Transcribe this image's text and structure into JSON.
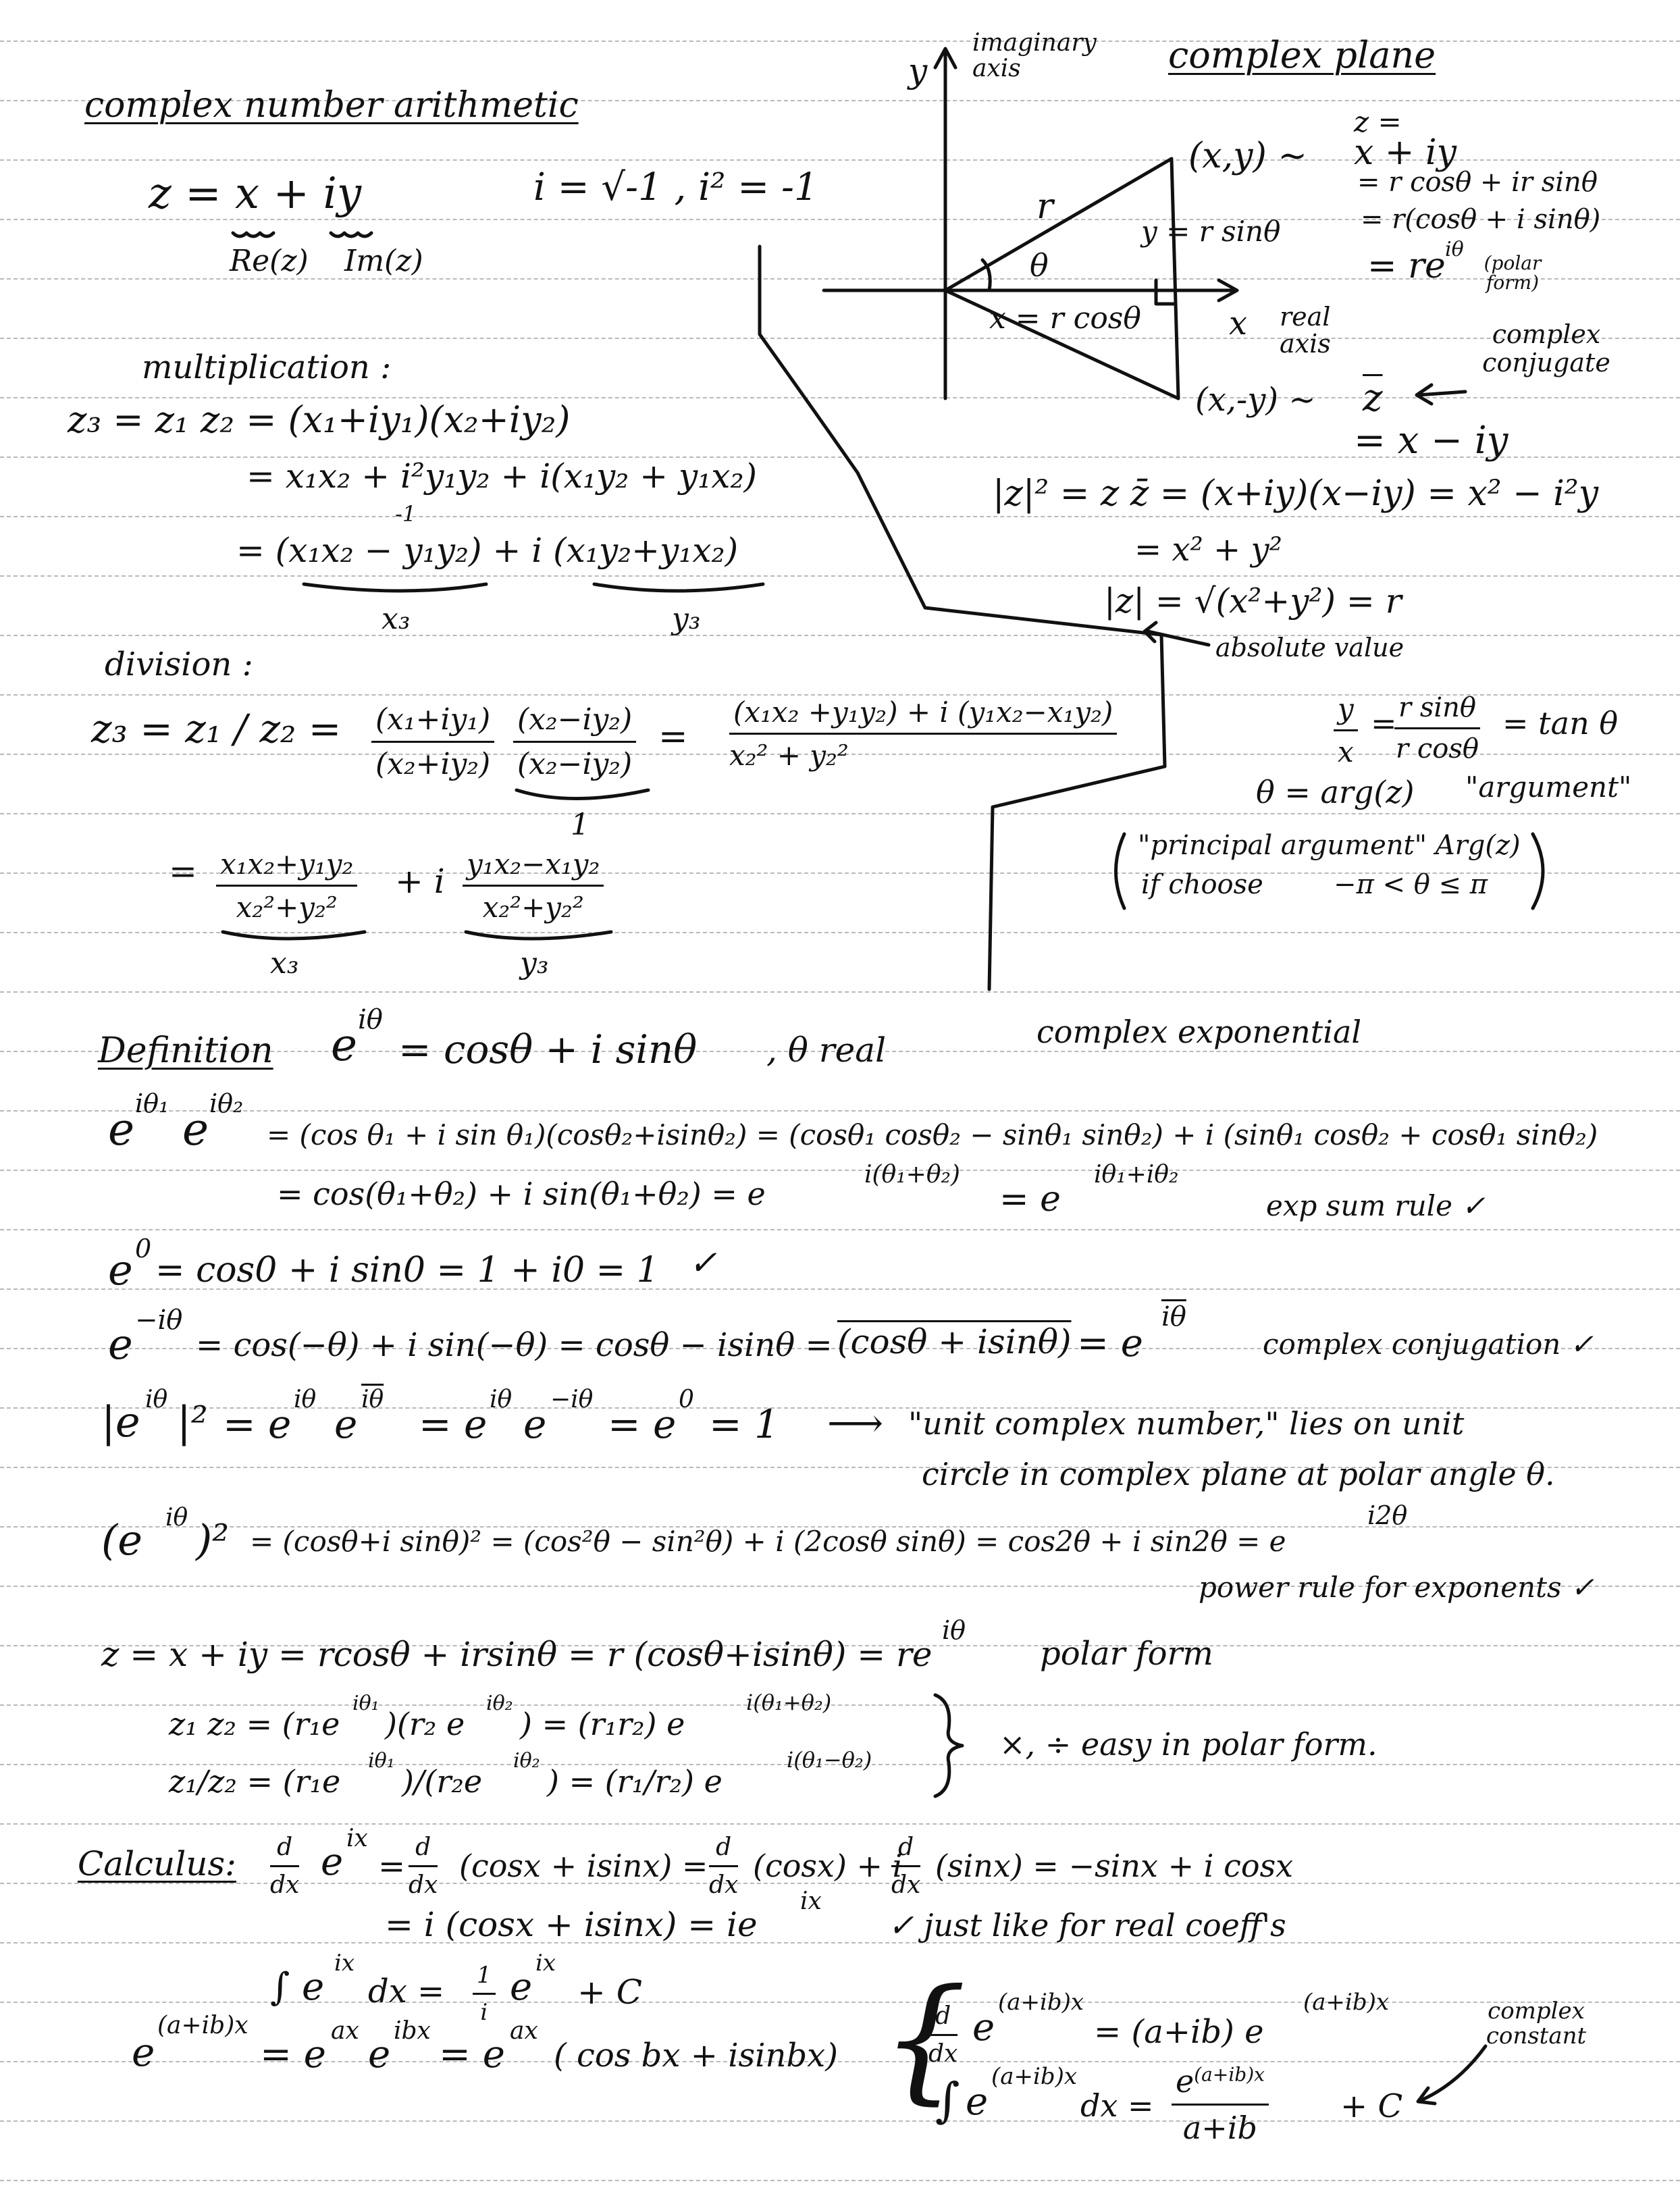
{
  "arith": {
    "title": "complex number arithmetic",
    "z_def": "z = x + iy",
    "re_label": "Re(z)",
    "im_label": "Im(z)",
    "i_def": "i = √-1 , i² = -1",
    "mult_title": "multiplication :",
    "mult_l1": "z₃ = z₁ z₂ = (x₁+iy₁)(x₂+iy₂)",
    "mult_l2": "= x₁x₂ + i²y₁y₂ + i(x₁y₂ + y₁x₂)",
    "mult_minus1": "-1",
    "mult_l3": "= (x₁x₂ − y₁y₂) + i (x₁y₂+y₁x₂)",
    "x3": "x₃",
    "y3": "y₃",
    "div_title": "division :",
    "div_lhs": "z₃ = z₁ / z₂ =",
    "div_f1_num": "(x₁+iy₁)",
    "div_f1_den": "(x₂+iy₂)",
    "div_f2_num": "(x₂−iy₂)",
    "div_f2_den": "(x₂−iy₂)",
    "div_one": "1",
    "div_eq": "=",
    "div_rhs_num": "(x₁x₂ +y₁y₂) + i (y₁x₂−x₁y₂)",
    "div_rhs_den": "x₂² + y₂²",
    "div2_eq": "=",
    "div2_f1_num": "x₁x₂+y₁y₂",
    "div2_f1_den": "x₂²+y₂²",
    "div2_plus_i": "+ i",
    "div2_f2_num": "y₁x₂−x₁y₂",
    "div2_f2_den": "x₂²+y₂²"
  },
  "plane": {
    "title": "complex plane",
    "y_axis": "y",
    "imag_axis": "imaginary axis",
    "x_axis": "x",
    "real_axis": "real axis",
    "point": "(x,y) ∼",
    "r": "r",
    "theta": "θ",
    "y_eq": "y = r sinθ",
    "x_eq": "x = r cosθ",
    "conj_point": "(x,-y) ∼",
    "zbar": "z",
    "conj_eq": "= x − iy",
    "complex_conjugate": "complex conjugate",
    "z_eq": "z =",
    "z_l1": "x + iy",
    "z_l2": "= r cosθ + ir sinθ",
    "z_l3": "= r(cosθ + i sinθ)",
    "z_l4": "= re",
    "z_l4_exp": "iθ",
    "polar_form": "(polar form)"
  },
  "abs": {
    "l1": "|z|² = z z̄ = (x+iy)(x−iy) = x² − i²y",
    "l2": "= x² + y²",
    "l3": "|z| = √(x²+y²) = r",
    "note": "absolute value",
    "tan_num1": "y",
    "tan_den1": "x",
    "tan_eq": "=",
    "tan_num2": "r sinθ",
    "tan_den2": "r cosθ",
    "tan_rhs": "= tan θ",
    "arg": "θ = arg(z)",
    "arg_note": "\"argument\"",
    "principal": "\"principal argument\" Arg(z)",
    "ifchoose": "if choose",
    "range": "−π < θ ≤ π"
  },
  "exp": {
    "def_label": "Definition",
    "def_eq": "= cosθ + i sinθ",
    "theta_real": ", θ real",
    "cexp": "complex exponential",
    "prod_l1": "= (cos θ₁ + i sin θ₁)(cosθ₂+isinθ₂) = (cosθ₁ cosθ₂ − sinθ₁ sinθ₂) + i (sinθ₁ cosθ₂ + cosθ₁ sinθ₂)",
    "prod_l2": "= cos(θ₁+θ₂) + i sin(θ₁+θ₂) = e",
    "prod_l2_exp": "i(θ₁+θ₂)",
    "prod_l2_b": "= e",
    "prod_l2_exp2": "iθ₁+iθ₂",
    "sum_rule": "exp sum rule ✓",
    "zero": "= cos0 + i sin0 = 1 + i0 = 1",
    "check": "✓",
    "neg": "= cos(−θ) + i sin(−θ) = cosθ − isinθ =",
    "neg_bar": "(cosθ + isinθ)",
    "neg_eq": "= e",
    "conj_note": "complex conjugation ✓",
    "unit_eq": "= e",
    "unit_rest": "= e",
    "unit_tail": "= e",
    "unit_zero": "0",
    "unit_one": "= 1",
    "arrow": "⟶",
    "unit_note1": "\"unit complex number,\" lies on unit",
    "unit_note2": "circle in complex plane at polar angle θ.",
    "sq_eq": "= (cosθ+i sinθ)² = (cos²θ − sin²θ) + i (2cosθ sinθ) = cos2θ + i sin2θ = e",
    "sq_exp": "i2θ",
    "power_rule": "power rule for exponents ✓",
    "polar_eq": "z = x + iy = rcosθ + irsinθ = r (cosθ+isinθ) = re",
    "polar_exp": "iθ",
    "polar_note": "polar form",
    "mul_polar": "z₁ z₂ = (r₁e",
    "mul_polar_b": ")(r₂ e",
    "mul_polar_c": ") = (r₁r₂) e",
    "div_polar": "z₁/z₂ = (r₁e",
    "div_polar_b": ")/(r₂e",
    "div_polar_c": ") = (r₁/r₂) e",
    "easy": "×, ÷  easy in polar form."
  },
  "calc": {
    "label": "Calculus:",
    "d": "d",
    "dx": "dx",
    "l1a": "e",
    "l1b": "= ",
    "l1c": "(cosx + isinx) =",
    "l1d": "(cosx) + i",
    "l1e": "(sinx) = −sinx + i cosx",
    "l2": "= i (cosx + isinx) = ie",
    "l2_note": "✓  just like for real coeff's",
    "int": "∫ e",
    "int_b": "dx =",
    "int_c": "e",
    "int_d": "+ C",
    "abx": "e",
    "abx_b": "= e",
    "abx_c": "e",
    "abx_d": "= e",
    "abx_e": "( cos bx + isinbx)",
    "rd_eq": "= (a+ib) e",
    "ri_dx": "dx =",
    "ri_num": "e",
    "ri_den": "a+ib",
    "ri_plus": "+ C",
    "const_note": "complex constant"
  }
}
